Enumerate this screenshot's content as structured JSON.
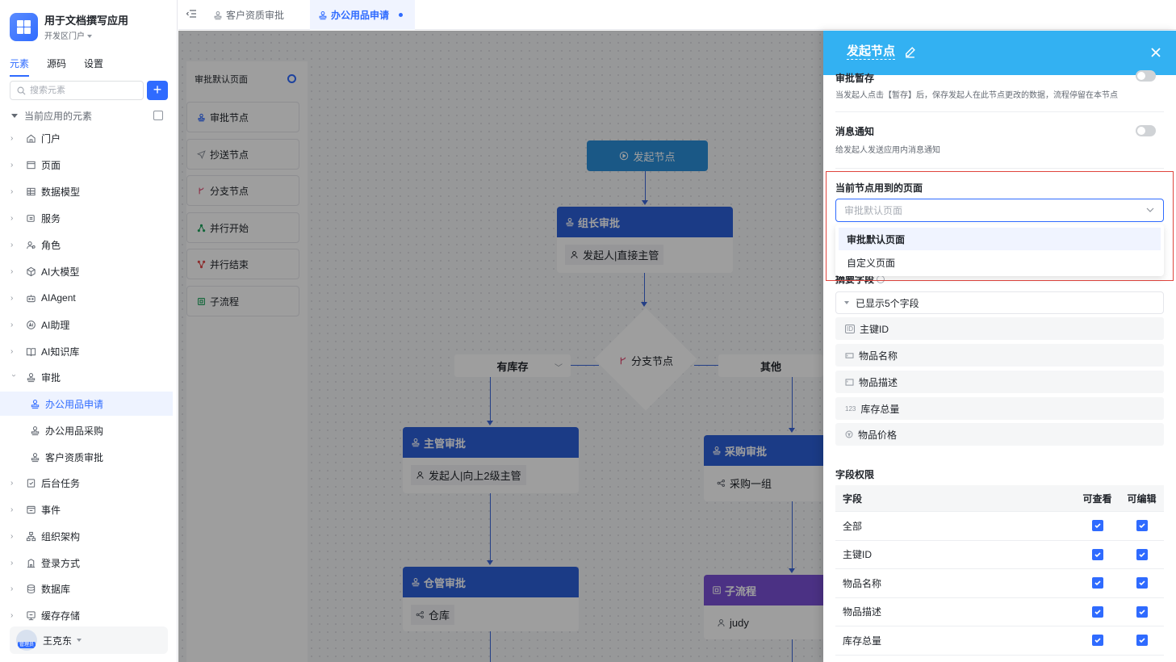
{
  "app": {
    "title": "用于文档撰写应用",
    "portal": "开发区门户"
  },
  "sidebar": {
    "tabs": [
      "元素",
      "源码",
      "设置"
    ],
    "search_placeholder": "搜索元素",
    "tree_header": "当前应用的元素",
    "items": [
      "门户",
      "页面",
      "数据模型",
      "服务",
      "角色",
      "AI大模型",
      "AIAgent",
      "AI助理",
      "AI知识库",
      "审批"
    ],
    "approval_children": [
      "办公用品申请",
      "办公用品采购",
      "客户资质审批"
    ],
    "items_after": [
      "后台任务",
      "事件",
      "组织架构",
      "登录方式",
      "数据库",
      "缓存存储"
    ],
    "user": {
      "name": "王克东",
      "role_badge": "管理员"
    }
  },
  "topbar": {
    "tabs": [
      "客户资质审批",
      "办公用品申请"
    ]
  },
  "palette": {
    "header": "审批默认页面",
    "items": [
      "审批节点",
      "抄送节点",
      "分支节点",
      "并行开始",
      "并行结束",
      "子流程"
    ]
  },
  "flow": {
    "start": "发起节点",
    "leader": {
      "title": "组长审批",
      "assignee": "发起人|直接主管"
    },
    "branch": "分支节点",
    "cond_left": "有库存",
    "cond_right": "其他",
    "manager": {
      "title": "主管审批",
      "assignee": "发起人|向上2级主管"
    },
    "purchase": {
      "title": "采购审批",
      "assignee": "采购一组"
    },
    "warehouse": {
      "title": "仓管审批",
      "assignee": "仓库"
    },
    "subflow": {
      "title": "子流程",
      "assignee": "judy"
    }
  },
  "panel": {
    "title": "发起节点",
    "draft": {
      "label": "审批暂存",
      "desc": "当发起人点击【暂存】后，保存发起人在此节点更改的数据，流程停留在本节点"
    },
    "notify": {
      "label": "消息通知",
      "desc": "给发起人发送应用内消息通知"
    },
    "page_used": {
      "label": "当前节点用到的页面",
      "placeholder": "审批默认页面",
      "options": [
        "审批默认页面",
        "自定义页面"
      ]
    },
    "summary_label": "摘要字段",
    "fields_toggle": "已显示5个字段",
    "fields": [
      "主键ID",
      "物品名称",
      "物品描述",
      "库存总量",
      "物品价格"
    ],
    "permissions": {
      "title": "字段权限",
      "headers": [
        "字段",
        "可查看",
        "可编辑"
      ],
      "rows": [
        "全部",
        "主键ID",
        "物品名称",
        "物品描述",
        "库存总量"
      ]
    }
  },
  "colors": {
    "accent": "#2f6bff",
    "panel_header": "#33b1f2",
    "node_blue": "#2d5fd8",
    "node_purple": "#7a4fd6",
    "start_node": "#2a8fd9"
  }
}
